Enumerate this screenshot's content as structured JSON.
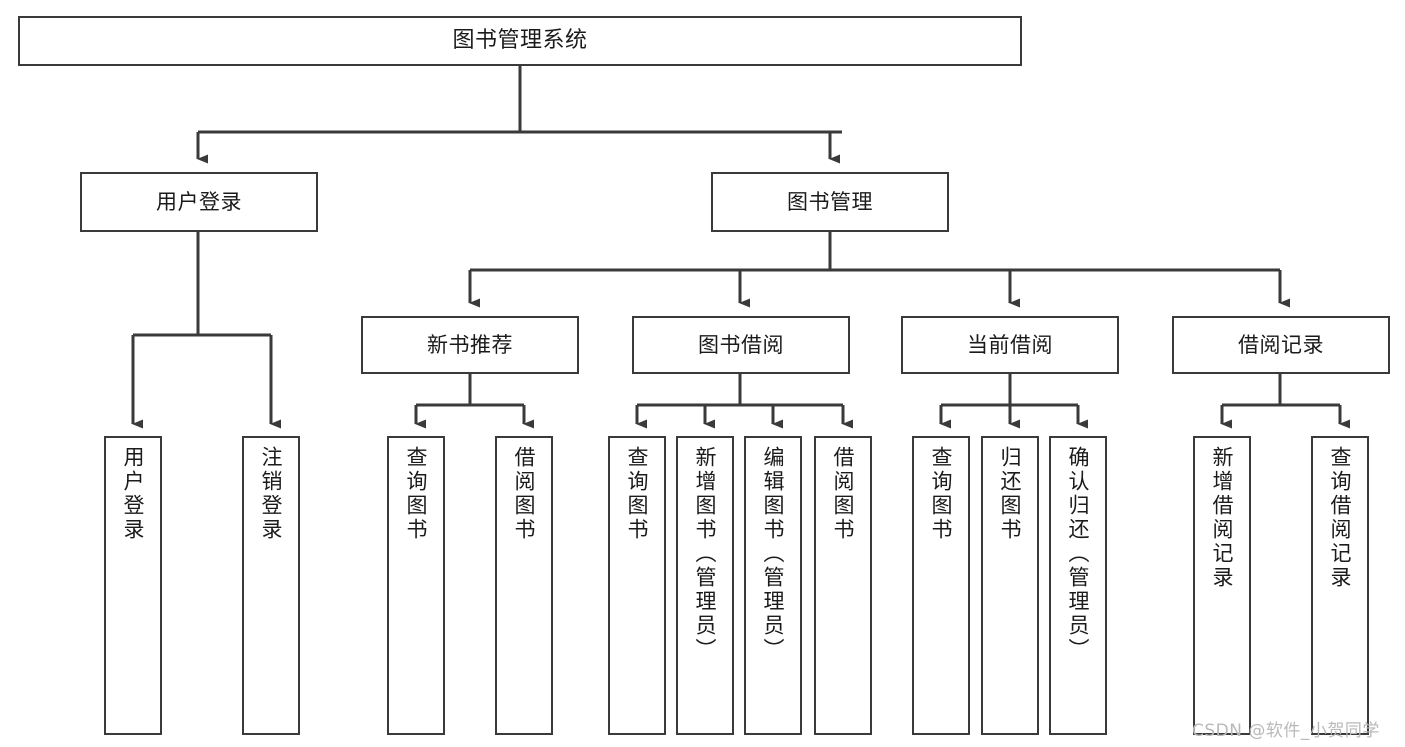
{
  "diagram": {
    "title": "图书管理系统",
    "type": "tree-hierarchy-chart",
    "orientation": "top-down",
    "colors": {
      "box_border": "#3a3a3a",
      "box_fill": "#ffffff",
      "edge": "#3a3a3a",
      "text": "#1b1b1b",
      "watermark": "#b9b9b9",
      "background": "#ffffff"
    }
  },
  "nodes": {
    "root": {
      "label": "图书管理系统"
    },
    "level2": [
      {
        "label": "用户登录"
      },
      {
        "label": "图书管理"
      }
    ],
    "level3": [
      {
        "label": "新书推荐"
      },
      {
        "label": "图书借阅"
      },
      {
        "label": "当前借阅"
      },
      {
        "label": "借阅记录"
      }
    ],
    "leaves": {
      "user_login": [
        {
          "label": "用户登录"
        },
        {
          "label": "注销登录"
        }
      ],
      "new_book_recommend": [
        {
          "label": "查询图书"
        },
        {
          "label": "借阅图书"
        }
      ],
      "book_borrow": [
        {
          "label": "查询图书"
        },
        {
          "label": "新增图书（管理员）"
        },
        {
          "label": "编辑图书（管理员）"
        },
        {
          "label": "借阅图书"
        }
      ],
      "current_borrow": [
        {
          "label": "查询图书"
        },
        {
          "label": "归还图书"
        },
        {
          "label": "确认归还（管理员）"
        }
      ],
      "borrow_record": [
        {
          "label": "新增借阅记录"
        },
        {
          "label": "查询借阅记录"
        }
      ]
    }
  },
  "watermark": {
    "text": "CSDN @软件_小贺同学"
  }
}
